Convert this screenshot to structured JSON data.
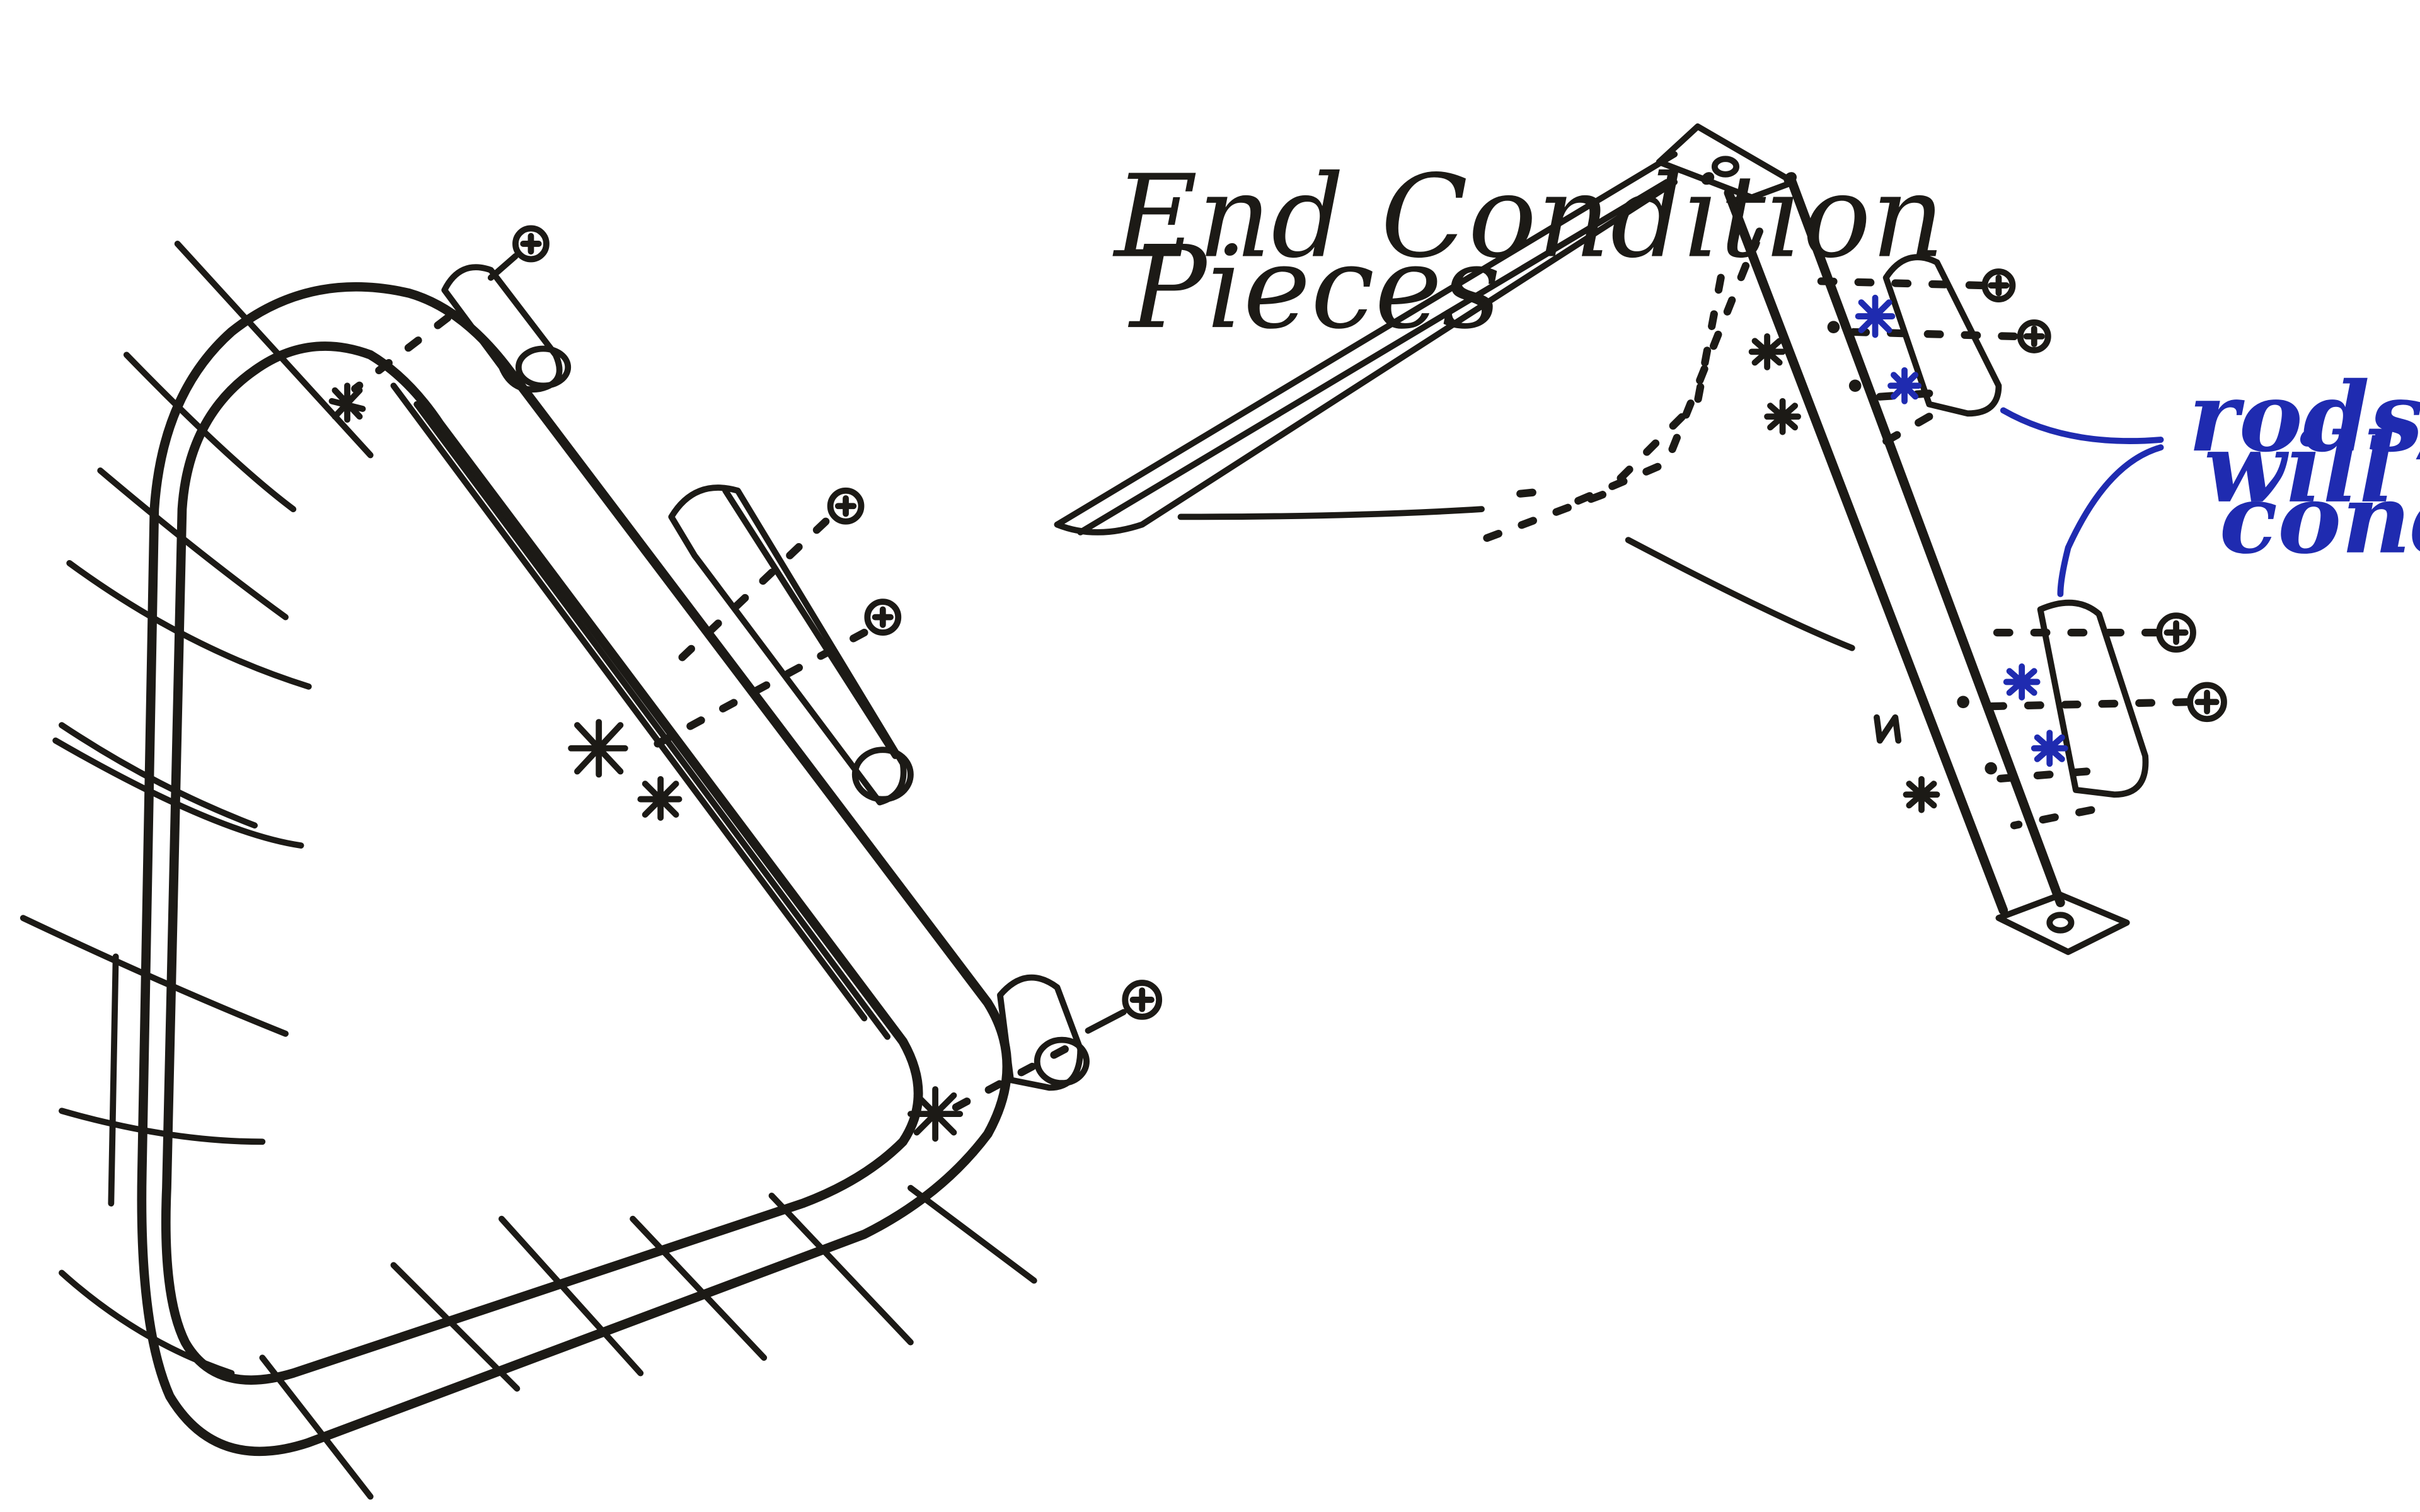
{
  "title_line1": "End Condition",
  "title_line2": "Pieces",
  "note_line1": "rods/con",
  "note_line2": "will fit",
  "note_line3": "condui",
  "ink_color": "#1c1a16",
  "note_color": "#1f2bb0"
}
